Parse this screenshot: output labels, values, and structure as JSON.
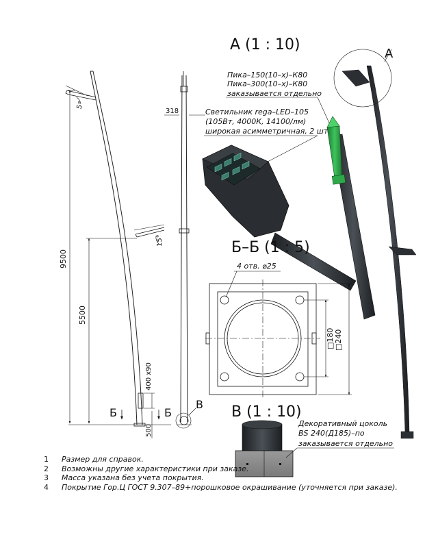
{
  "views": {
    "detail_a": "А (1 : 10)",
    "callout_a": "А",
    "section_bb": "Б–Б (1 : 5)",
    "detail_v": "В (1 : 10)",
    "callout_v": "В",
    "section_mark_left": "Б",
    "section_mark_right": "Б"
  },
  "dimensions": {
    "height_total": "9500",
    "height_bracket": "5500",
    "angle_top": "5°",
    "angle_mid": "15°",
    "offset_top": "318",
    "hatch": "400 х90",
    "base": "500",
    "holes": "4 отв. ⌀25",
    "inner_square": "□180",
    "outer_square": "□240"
  },
  "annotations": {
    "pika_line1": "Пика–150(10–х)–К80",
    "pika_line2": "Пика–300(10–х)–К80",
    "pika_line3": "заказывается отдельно",
    "lum_line1": "Светильник rega–LED–105",
    "lum_line2": "(105Вт, 4000К, 14100/лм)",
    "lum_line3": "широкая асимметричная, 2 шт.",
    "base_line1": "Декоративный цоколь",
    "base_line2": "BS 240(Д185)–по",
    "base_line3": "заказывается отдельно"
  },
  "notes": [
    {
      "num": "1",
      "text": "Размер для справок."
    },
    {
      "num": "2",
      "text": "Возможны другие характеристики при заказе."
    },
    {
      "num": "3",
      "text": "Масса указана без учета покрытия."
    },
    {
      "num": "4",
      "text": "Покрытие Гор.Ц ГОСТ 9.307–89+порошковое окрашивание (уточняется при заказе)."
    }
  ],
  "colors": {
    "pole": "#2b2f33",
    "spike": "#2fa84a",
    "led_panel": "#3c7d6d",
    "base": "#8c8c8c"
  }
}
